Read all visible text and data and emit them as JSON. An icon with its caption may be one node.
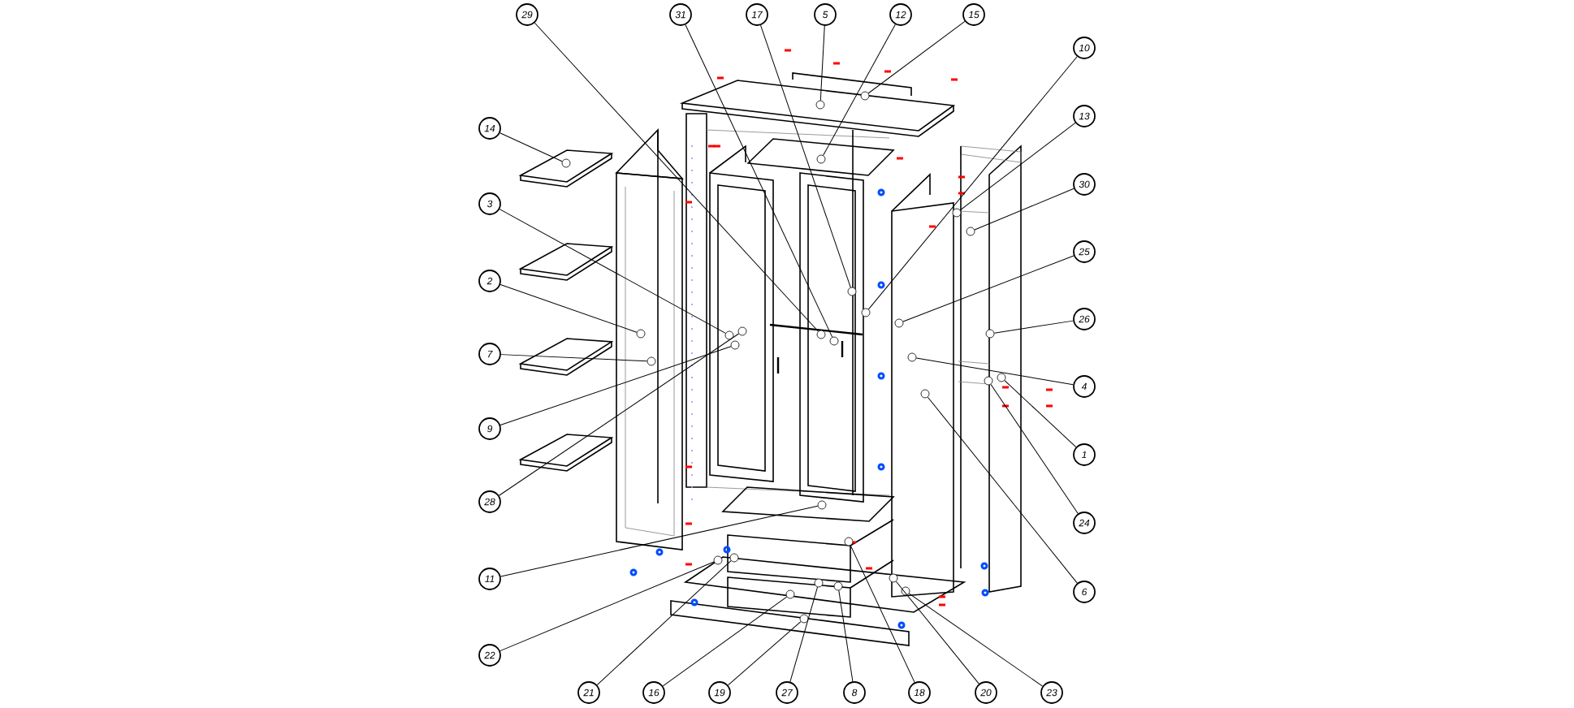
{
  "diagram": {
    "nodes": [
      {
        "text": [
          "29"
        ]
      },
      {
        "text": [
          "31"
        ]
      },
      {
        "text": [
          "17"
        ]
      },
      {
        "text": [
          "5"
        ]
      },
      {
        "text": [
          "12"
        ]
      },
      {
        "text": [
          "15"
        ]
      },
      {
        "text": [
          "14"
        ]
      },
      {
        "text": [
          "3"
        ]
      },
      {
        "text": [
          "2"
        ]
      },
      {
        "text": [
          "7"
        ]
      },
      {
        "text": [
          "9"
        ]
      },
      {
        "text": [
          "28"
        ]
      },
      {
        "text": [
          "11"
        ]
      },
      {
        "text": [
          "22"
        ]
      },
      {
        "text": [
          "10"
        ]
      },
      {
        "text": [
          "13"
        ]
      },
      {
        "text": [
          "30"
        ]
      },
      {
        "text": [
          "25"
        ]
      },
      {
        "text": [
          "26"
        ]
      },
      {
        "text": [
          "4"
        ]
      },
      {
        "text": [
          "1"
        ]
      },
      {
        "text": [
          "24"
        ]
      },
      {
        "text": [
          "6"
        ]
      },
      {
        "text": [
          "21"
        ]
      },
      {
        "text": [
          "16"
        ]
      },
      {
        "text": [
          "19"
        ]
      },
      {
        "text": [
          "27"
        ]
      },
      {
        "text": [
          "8"
        ]
      },
      {
        "text": [
          "18"
        ]
      },
      {
        "text": [
          "20"
        ]
      },
      {
        "text": [
          "23"
        ]
      },
      {
        "text": [],
        "shape": "circle"
      },
      {
        "text": [],
        "shape": "circle"
      },
      {
        "text": [],
        "shape": "circle"
      },
      {
        "text": [],
        "shape": "circle"
      },
      {
        "text": [],
        "shape": "circle"
      },
      {
        "text": [],
        "shape": "circle"
      },
      {
        "text": [],
        "shape": "circle"
      },
      {
        "text": [],
        "shape": "circle"
      },
      {
        "text": [],
        "shape": "circle"
      },
      {
        "text": [],
        "shape": "circle"
      },
      {
        "text": [],
        "shape": "circle"
      },
      {
        "text": [],
        "shape": "circle"
      },
      {
        "text": [],
        "shape": "circle"
      },
      {
        "text": [],
        "shape": "circle"
      },
      {
        "text": [],
        "shape": "circle"
      },
      {
        "text": [],
        "shape": "circle"
      },
      {
        "text": [],
        "shape": "circle"
      },
      {
        "text": [],
        "shape": "circle"
      },
      {
        "text": [],
        "shape": "circle"
      },
      {
        "text": [],
        "shape": "circle"
      },
      {
        "text": [],
        "shape": "circle"
      },
      {
        "text": [],
        "shape": "circle"
      },
      {
        "text": [],
        "shape": "circle"
      },
      {
        "text": [],
        "shape": "circle"
      },
      {
        "text": [],
        "shape": "circle"
      },
      {
        "text": [],
        "shape": "circle"
      },
      {
        "text": [],
        "shape": "circle"
      },
      {
        "text": [],
        "shape": "circle"
      },
      {
        "text": [],
        "shape": "circle"
      },
      {
        "text": [],
        "shape": "circle"
      },
      {
        "text": [],
        "shape": "circle"
      }
    ],
    "edges": [
      {
        "from": 0,
        "to": 31,
        "arrow": "none"
      },
      {
        "from": 1,
        "to": 32,
        "arrow": "none"
      },
      {
        "from": 2,
        "to": 33,
        "arrow": "none"
      },
      {
        "from": 3,
        "to": 34,
        "arrow": "none"
      },
      {
        "from": 4,
        "to": 35,
        "arrow": "none"
      },
      {
        "from": 5,
        "to": 36,
        "arrow": "none"
      },
      {
        "from": 6,
        "to": 37,
        "arrow": "none"
      },
      {
        "from": 7,
        "to": 38,
        "arrow": "none"
      },
      {
        "from": 8,
        "to": 39,
        "arrow": "none"
      },
      {
        "from": 9,
        "to": 40,
        "arrow": "none"
      },
      {
        "from": 10,
        "to": 41,
        "arrow": "none"
      },
      {
        "from": 11,
        "to": 42,
        "arrow": "none"
      },
      {
        "from": 12,
        "to": 43,
        "arrow": "none"
      },
      {
        "from": 13,
        "to": 44,
        "arrow": "none"
      },
      {
        "from": 14,
        "to": 45,
        "arrow": "none"
      },
      {
        "from": 15,
        "to": 46,
        "arrow": "none"
      },
      {
        "from": 16,
        "to": 47,
        "arrow": "none"
      },
      {
        "from": 17,
        "to": 48,
        "arrow": "none"
      },
      {
        "from": 18,
        "to": 49,
        "arrow": "none"
      },
      {
        "from": 19,
        "to": 50,
        "arrow": "none"
      },
      {
        "from": 20,
        "to": 51,
        "arrow": "none"
      },
      {
        "from": 21,
        "to": 52,
        "arrow": "none"
      },
      {
        "from": 22,
        "to": 53,
        "arrow": "none"
      },
      {
        "from": 23,
        "to": 54,
        "arrow": "none"
      },
      {
        "from": 24,
        "to": 55,
        "arrow": "none"
      },
      {
        "from": 25,
        "to": 56,
        "arrow": "none"
      },
      {
        "from": 26,
        "to": 57,
        "arrow": "none"
      },
      {
        "from": 27,
        "to": 58,
        "arrow": "none"
      },
      {
        "from": 28,
        "to": 59,
        "arrow": "none"
      },
      {
        "from": 29,
        "to": 60,
        "arrow": "none"
      },
      {
        "from": 30,
        "to": 61,
        "arrow": "none"
      }
    ]
  }
}
